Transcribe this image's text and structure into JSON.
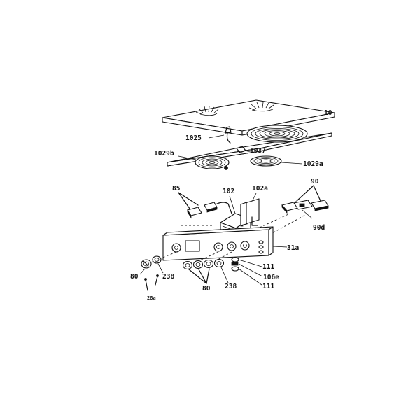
{
  "labels": {
    "cooktop_top": "10",
    "element_clip": "1025",
    "element_connector": "1037",
    "element_left": "1029b",
    "element_right": "1029a",
    "module_left": "85",
    "relay": "102",
    "relay_bracket": "102a",
    "module_right": "90",
    "module_right_sub": "90d",
    "control_panel": "31a",
    "knob_left": "80",
    "knob_insert_left": "238",
    "knob_spindle": "28a",
    "knob_group": "80",
    "knob_insert_mid": "238",
    "lamp_upper": "111",
    "lamp_holder": "106e",
    "lamp_lower": "111"
  }
}
